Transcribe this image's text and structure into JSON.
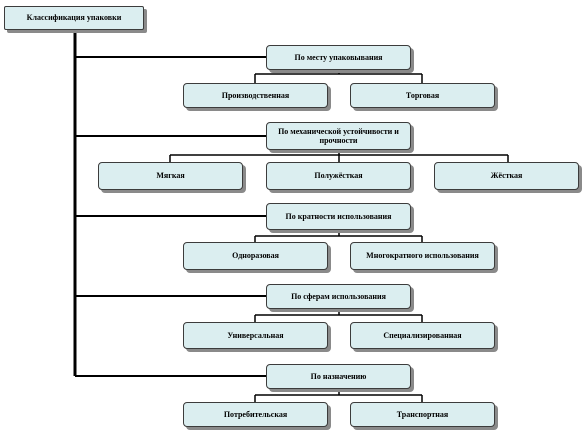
{
  "title": "Классификация упаковки",
  "categories": [
    {
      "label": "По месту упаковывания",
      "children": [
        "Производственная",
        "Торговая"
      ]
    },
    {
      "label": "По механической устойчивости и прочности",
      "children": [
        "Мягкая",
        "Полужёсткая",
        "Жёсткая"
      ]
    },
    {
      "label": "По кратности использования",
      "children": [
        "Одноразовая",
        "Многократного использования"
      ]
    },
    {
      "label": "По сферам использования",
      "children": [
        "Универсальная",
        "Специализированная"
      ]
    },
    {
      "label": "По назначению",
      "children": [
        "Потребительская",
        "Транспортная"
      ]
    }
  ],
  "colors": {
    "box_fill": "#dbeef0",
    "box_border": "#3c3c3c",
    "shadow": "#8a8a8a",
    "connector": "#000000"
  }
}
